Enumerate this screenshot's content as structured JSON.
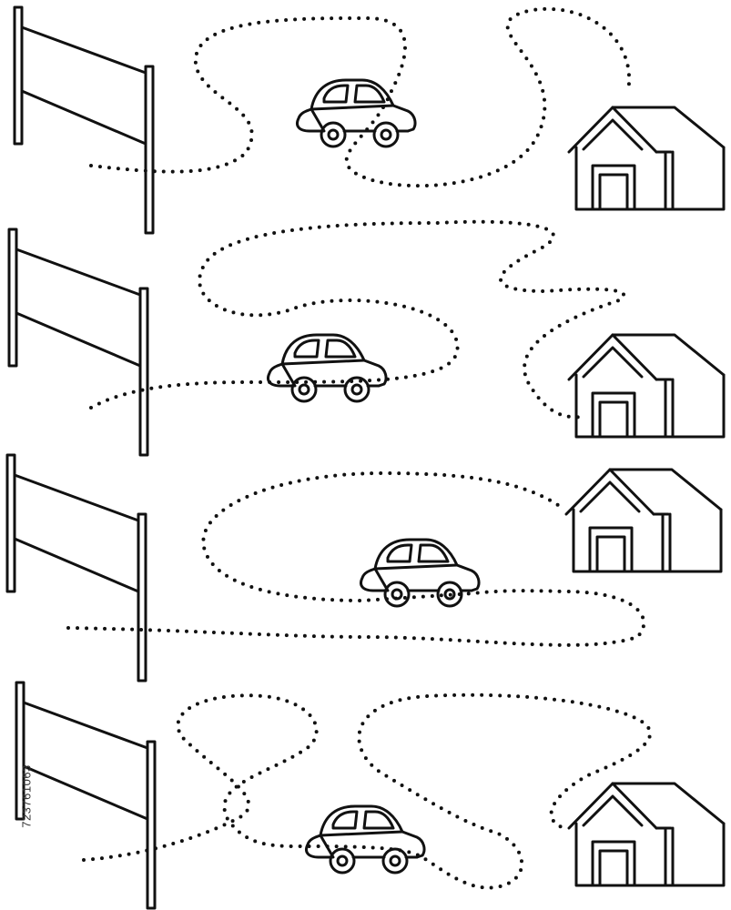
{
  "worksheet": {
    "watermark_id": "723761063",
    "ink_color": "#111111",
    "background": "#ffffff",
    "rows": [
      {
        "start": "finish-flag",
        "vehicle": "car",
        "goal": "garage-house"
      },
      {
        "start": "finish-flag",
        "vehicle": "car",
        "goal": "garage-house"
      },
      {
        "start": "finish-flag",
        "vehicle": "car",
        "goal": "garage-house"
      },
      {
        "start": "finish-flag",
        "vehicle": "car",
        "goal": "garage-house"
      }
    ]
  }
}
